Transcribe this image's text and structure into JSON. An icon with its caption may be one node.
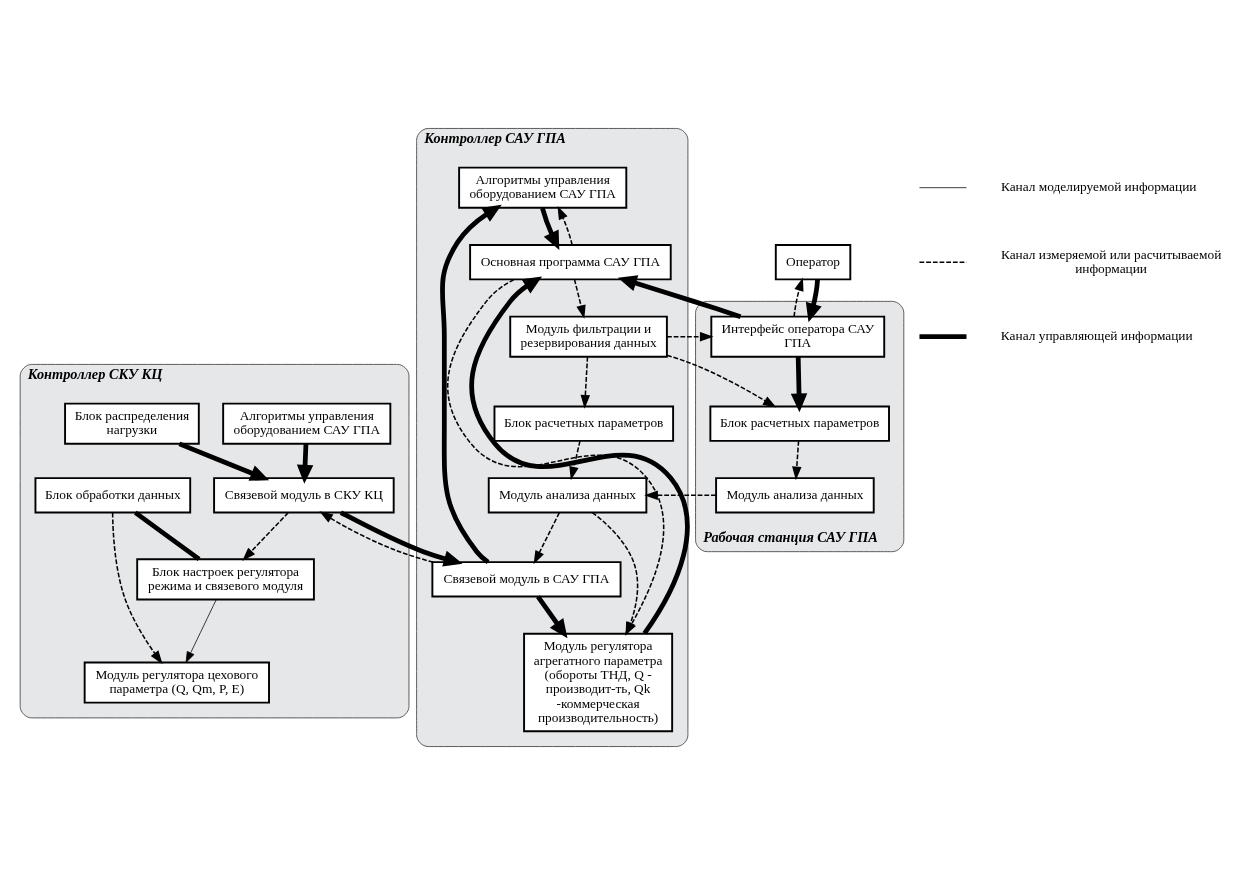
{
  "diagram": {
    "nodes": [
      {
        "text": [
          "Контроллер СКУ КЦ"
        ]
      },
      {
        "text": [
          "Алгоритмы управления оборудованием САУ ГПА"
        ],
        "in": 0
      },
      {
        "text": [
          "Блок обработки данных"
        ],
        "in": 0
      },
      {
        "text": [
          "Блок настроек регулятора режима и связевого модуля"
        ],
        "in": 0
      },
      {
        "text": [
          "Модуль регулятора цехового параметра (Q, Qm, P, E)"
        ],
        "in": 0
      },
      {
        "text": [
          "Блок распределения нагрузки"
        ],
        "in": 0
      },
      {
        "text": [
          "Связевой модуль в СКУ КЦ"
        ],
        "in": 0
      },
      {
        "text": [
          "Контроллер САУ ГПА"
        ]
      },
      {
        "text": [
          "Алгоритмы управления оборудованием САУ ГПА"
        ],
        "in": 7
      },
      {
        "text": [
          "Основная программа САУ ГПА"
        ],
        "in": 7
      },
      {
        "text": [
          "Модуль регулятора агрегатного параметра (обороты ТНД, Q - производит-ть, Qk -коммерческая производительность)"
        ],
        "in": 7
      },
      {
        "text": [
          "Модуль фильтрации и резервирования данных"
        ],
        "in": 7
      },
      {
        "text": [
          "Блок расчетных параметров"
        ],
        "in": 7
      },
      {
        "text": [
          "Связевой модуль в САУ ГПА"
        ],
        "in": 7
      },
      {
        "text": [
          "Модуль анализа данных"
        ],
        "in": 7
      },
      {
        "text": [
          "Оператор"
        ]
      },
      {
        "text": [
          "Рабочая станция САУ ГПА"
        ]
      },
      {
        "text": [
          "Интерфейс оператора САУ ГПА"
        ],
        "in": 16
      },
      {
        "text": [
          "Блок расчетных параметров"
        ],
        "in": 16
      },
      {
        "text": [
          "Модуль анализа данных"
        ],
        "in": 16
      }
    ],
    "edges": [
      {
        "from": 1,
        "to": 6,
        "arrow": "to",
        "style": "thick"
      },
      {
        "from": 2,
        "to": 3,
        "arrow": "none",
        "style": "thick"
      },
      {
        "from": 2,
        "to": 4,
        "arrow": "to",
        "style": "dashed"
      },
      {
        "from": 3,
        "to": 4,
        "arrow": "to"
      },
      {
        "from": 6,
        "to": 3,
        "arrow": "to",
        "style": "dashed"
      },
      {
        "from": 5,
        "to": 6,
        "arrow": "to",
        "style": "thick"
      },
      {
        "from": 6,
        "to": 13,
        "arrow": "to",
        "style": "thick"
      },
      {
        "from": 13,
        "to": 6,
        "arrow": "to",
        "style": "dashed"
      },
      {
        "from": 13,
        "to": 8,
        "arrow": "to",
        "style": "thick"
      },
      {
        "from": 13,
        "to": 10,
        "arrow": "to",
        "style": "thick"
      },
      {
        "from": 14,
        "to": 10,
        "arrow": "to",
        "style": "dashed"
      },
      {
        "from": 8,
        "to": 9,
        "arrow": "to",
        "style": "thick"
      },
      {
        "from": 9,
        "to": 8,
        "arrow": "to",
        "style": "dashed"
      },
      {
        "from": 10,
        "to": 9,
        "arrow": "to",
        "style": "thick"
      },
      {
        "from": 9,
        "to": 10,
        "arrow": "to",
        "style": "dashed"
      },
      {
        "from": 9,
        "to": 11,
        "arrow": "to",
        "style": "dashed"
      },
      {
        "from": 11,
        "to": 17,
        "arrow": "to",
        "style": "dashed"
      },
      {
        "from": 11,
        "to": 12,
        "arrow": "to",
        "style": "dashed"
      },
      {
        "from": 11,
        "to": 18,
        "arrow": "to",
        "style": "dashed"
      },
      {
        "from": 17,
        "to": 18,
        "arrow": "to",
        "style": "thick"
      },
      {
        "from": 12,
        "to": 14,
        "arrow": "to",
        "style": "dashed"
      },
      {
        "from": 18,
        "to": 19,
        "arrow": "to",
        "style": "dashed"
      },
      {
        "from": 19,
        "to": 14,
        "arrow": "to",
        "style": "dashed"
      },
      {
        "from": 14,
        "to": 13,
        "arrow": "to",
        "style": "dashed"
      },
      {
        "from": 15,
        "to": 17,
        "arrow": "to",
        "style": "thick"
      },
      {
        "from": 17,
        "to": 15,
        "arrow": "to",
        "style": "dashed"
      },
      {
        "from": 17,
        "to": 9,
        "arrow": "to",
        "style": "thick"
      }
    ],
    "legend": [
      {
        "text": "Канал моделируемой информации"
      },
      {
        "text": "Канал измеряемой или расчитываемой информации"
      },
      {
        "text": "Канал управляющей информации"
      }
    ]
  }
}
